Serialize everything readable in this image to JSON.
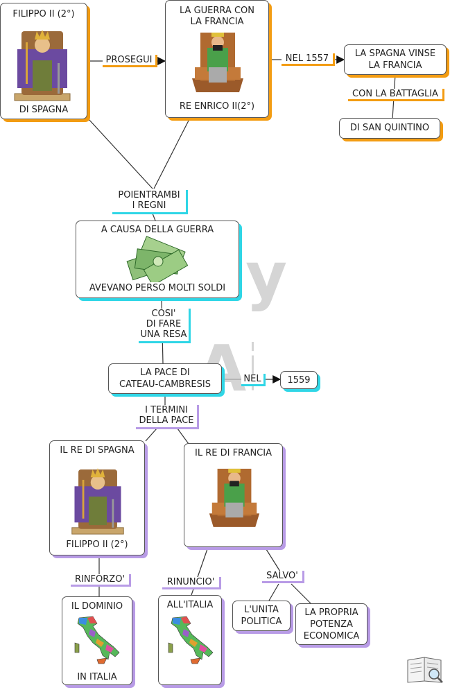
{
  "nodes": {
    "filippo": {
      "title": "FILIPPO II (2°)",
      "subtitle": "DI SPAGNA"
    },
    "guerra": {
      "title_line1": "LA GUERRA CON",
      "title_line2": "LA FRANCIA",
      "subtitle": "RE ENRICO II(2°)"
    },
    "spagna_vinse": {
      "line1": "LA SPAGNA VINSE",
      "line2": "LA FRANCIA"
    },
    "san_quintino": {
      "text": "DI SAN QUINTINO"
    },
    "causa": {
      "title": "A CAUSA DELLA GUERRA",
      "subtitle": "AVEVANO PERSO MOLTI SOLDI"
    },
    "pace": {
      "line1": "LA PACE DI",
      "line2": "CATEAU-CAMBRESIS"
    },
    "anno": {
      "text": "1559"
    },
    "re_spagna": {
      "title": "IL RE DI SPAGNA",
      "subtitle": "FILIPPO II (2°)"
    },
    "re_francia": {
      "title": "IL RE DI FRANCIA"
    },
    "dominio": {
      "title": "IL DOMINIO",
      "subtitle": "IN ITALIA"
    },
    "italia": {
      "title": "ALL'ITALIA"
    },
    "unita": {
      "line1": "L'UNITA",
      "line2": "POLITICA"
    },
    "potenza": {
      "line1": "LA PROPRIA",
      "line2": "POTENZA",
      "line3": "ECONOMICA"
    }
  },
  "links": {
    "prosegui": "PROSEGUI",
    "nel_1557": "NEL 1557",
    "con_battaglia": "CON LA BATTAGLIA",
    "poi_line1": "POIENTRAMBI",
    "poi_line2": "I REGNI",
    "cosi_line1": "COSI'",
    "cosi_line2": "DI FARE",
    "cosi_line3": "UNA RESA",
    "nel": "NEL",
    "termini_line1": "I TERMINI",
    "termini_line2": "DELLA PACE",
    "rinforzo": "RINFORZO'",
    "rinuncio": "RINUNCIO'",
    "salvo": "SALVO'"
  },
  "watermark": {
    "line1": "By",
    "line2": "Ai"
  },
  "icons": [
    "king-on-throne-icon",
    "money-bills-icon",
    "italy-map-icon",
    "book-magnifier-icon"
  ],
  "colors": {
    "orange": "#f39c12",
    "cyan": "#2fd6e6",
    "purple": "#b89be6",
    "line": "#333333"
  }
}
